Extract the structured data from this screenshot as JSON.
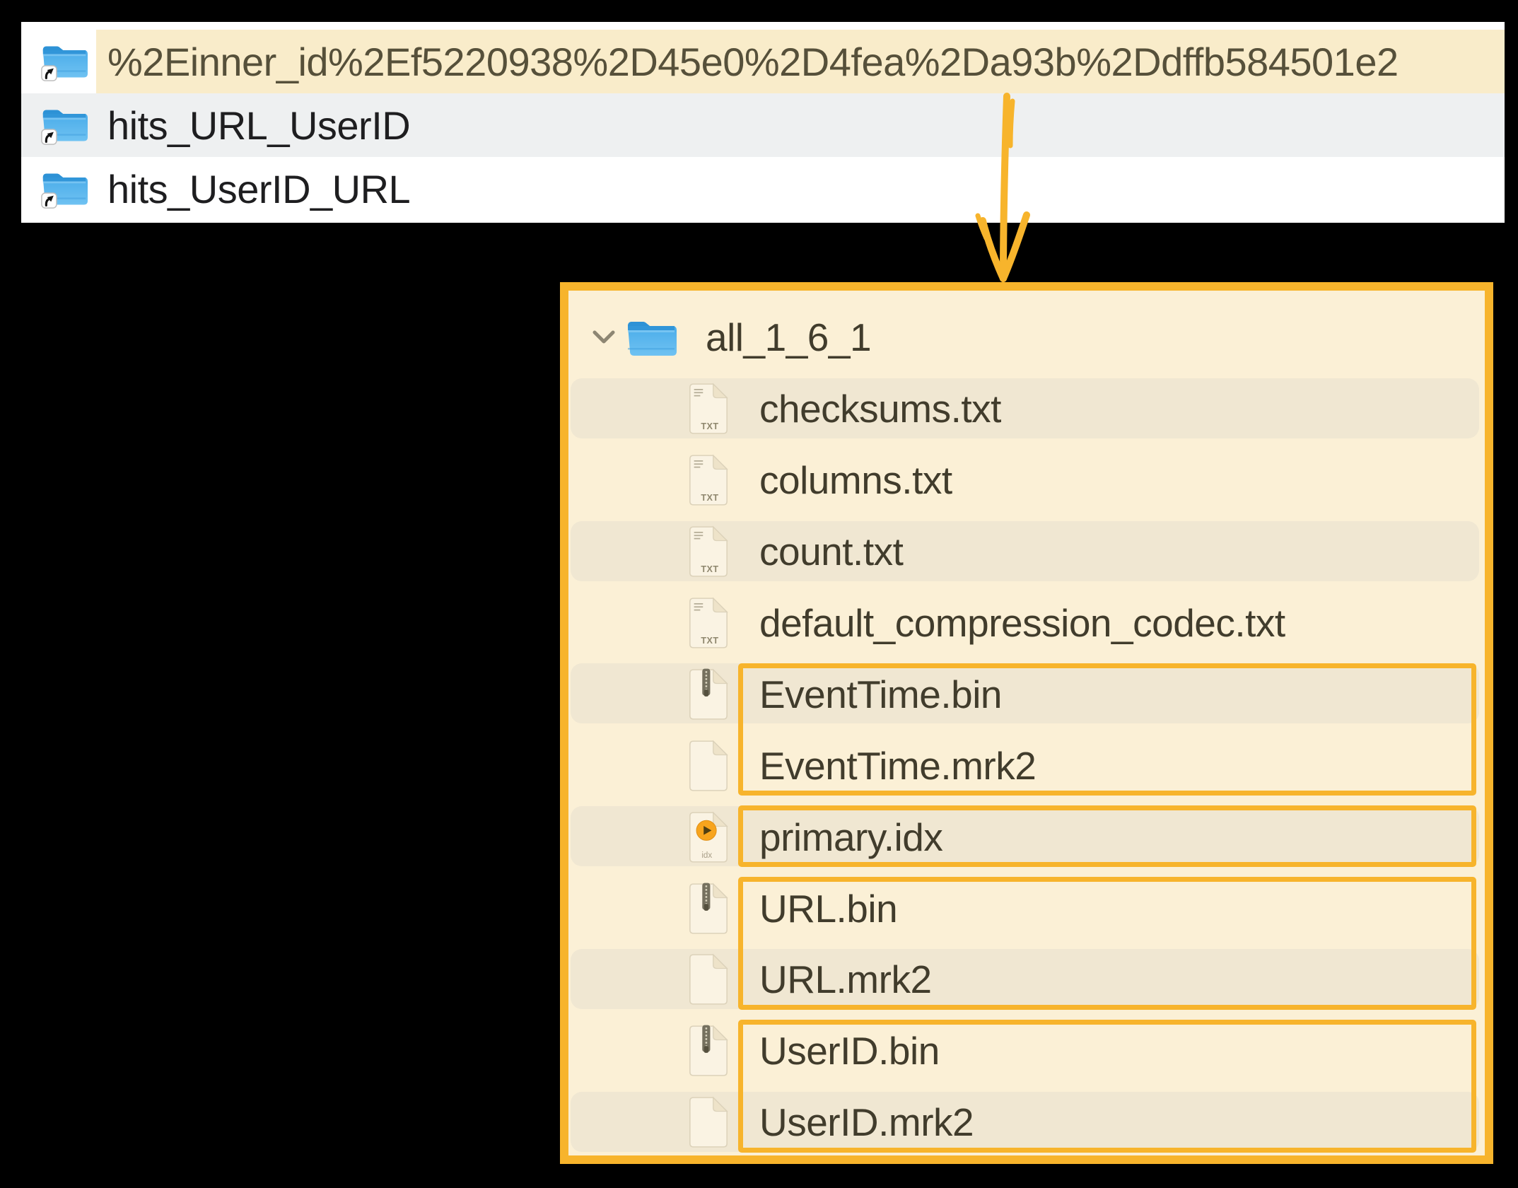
{
  "theme": {
    "accent": "#f7b42c",
    "selection_bg": "#f9ecca",
    "panel_bg": "#fbf0d6",
    "stripe_bg": "#f0e7d2"
  },
  "finder_list": {
    "items": [
      {
        "label": "%2Einner_id%2Ef5220938%2D45e0%2D4fea%2Da93b%2Ddffb584501e2",
        "icon": "folder-alias",
        "selected": true
      },
      {
        "label": "hits_URL_UserID",
        "icon": "folder-alias",
        "selected": false
      },
      {
        "label": "hits_UserID_URL",
        "icon": "folder-alias",
        "selected": false
      }
    ]
  },
  "tree_panel": {
    "root": {
      "label": "all_1_6_1",
      "icon": "folder",
      "expanded": true
    },
    "files": [
      {
        "label": "checksums.txt",
        "icon": "txt"
      },
      {
        "label": "columns.txt",
        "icon": "txt"
      },
      {
        "label": "count.txt",
        "icon": "txt"
      },
      {
        "label": "default_compression_codec.txt",
        "icon": "txt"
      },
      {
        "label": "EventTime.bin",
        "icon": "bin"
      },
      {
        "label": "EventTime.mrk2",
        "icon": "mrk2"
      },
      {
        "label": "primary.idx",
        "icon": "idx"
      },
      {
        "label": "URL.bin",
        "icon": "bin"
      },
      {
        "label": "URL.mrk2",
        "icon": "mrk2"
      },
      {
        "label": "UserID.bin",
        "icon": "bin"
      },
      {
        "label": "UserID.mrk2",
        "icon": "mrk2"
      }
    ],
    "highlight_groups": [
      {
        "members": [
          "EventTime.bin",
          "EventTime.mrk2"
        ]
      },
      {
        "members": [
          "primary.idx"
        ]
      },
      {
        "members": [
          "URL.bin",
          "URL.mrk2"
        ]
      },
      {
        "members": [
          "UserID.bin",
          "UserID.mrk2"
        ]
      }
    ]
  }
}
